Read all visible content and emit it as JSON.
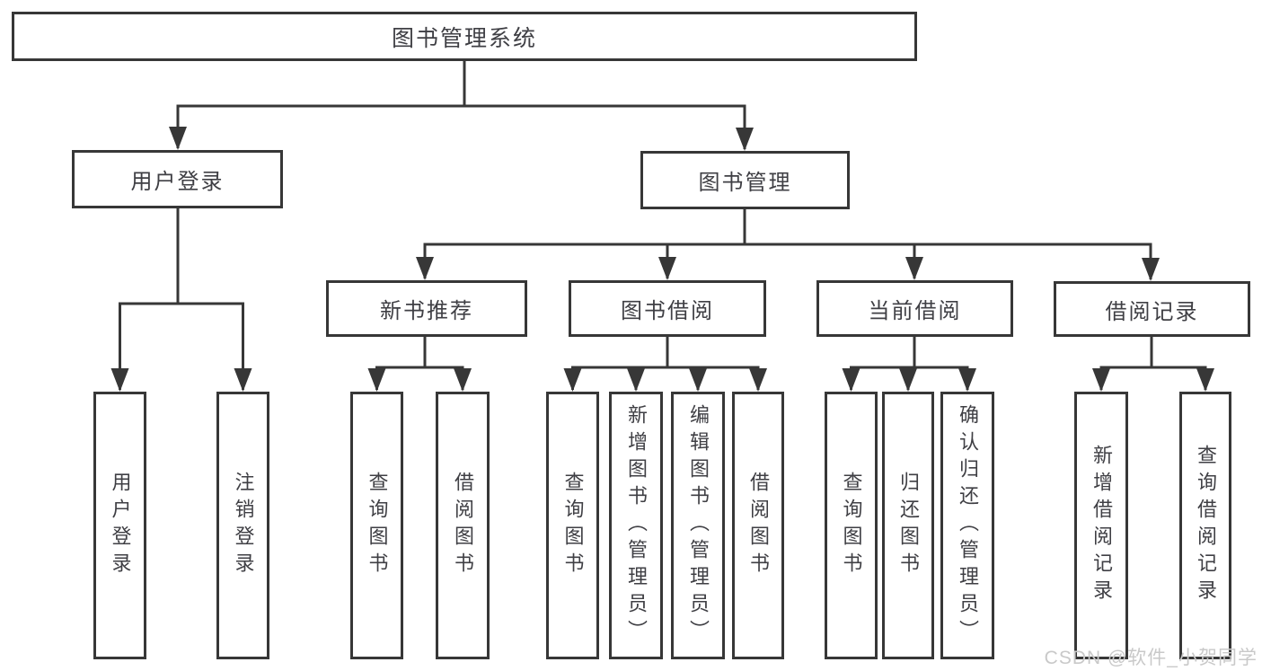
{
  "diagram": {
    "root": {
      "label": "图书管理系统"
    },
    "level2": [
      {
        "label": "用户登录"
      },
      {
        "label": "图书管理"
      }
    ],
    "level3": [
      {
        "label": "新书推荐"
      },
      {
        "label": "图书借阅"
      },
      {
        "label": "当前借阅"
      },
      {
        "label": "借阅记录"
      }
    ],
    "leaves": {
      "user_login": [
        {
          "label": "用户登录"
        },
        {
          "label": "注销登录"
        }
      ],
      "new_book_recommend": [
        {
          "label": "查询图书"
        },
        {
          "label": "借阅图书"
        }
      ],
      "book_borrowing": [
        {
          "label": "查询图书"
        },
        {
          "label": "新增图书（管理员）"
        },
        {
          "label": "编辑图书（管理员）"
        },
        {
          "label": "借阅图书"
        }
      ],
      "current_borrowing": [
        {
          "label": "查询图书"
        },
        {
          "label": "归还图书"
        },
        {
          "label": "确认归还（管理员）"
        }
      ],
      "borrowing_records": [
        {
          "label": "新增借阅记录"
        },
        {
          "label": "查询借阅记录"
        }
      ]
    }
  },
  "watermark": "CSDN @软件_小贺同学",
  "colors": {
    "line": "#373737",
    "text": "#3f3f44",
    "background": "#ffffff",
    "watermark": "#c9c9c9"
  }
}
